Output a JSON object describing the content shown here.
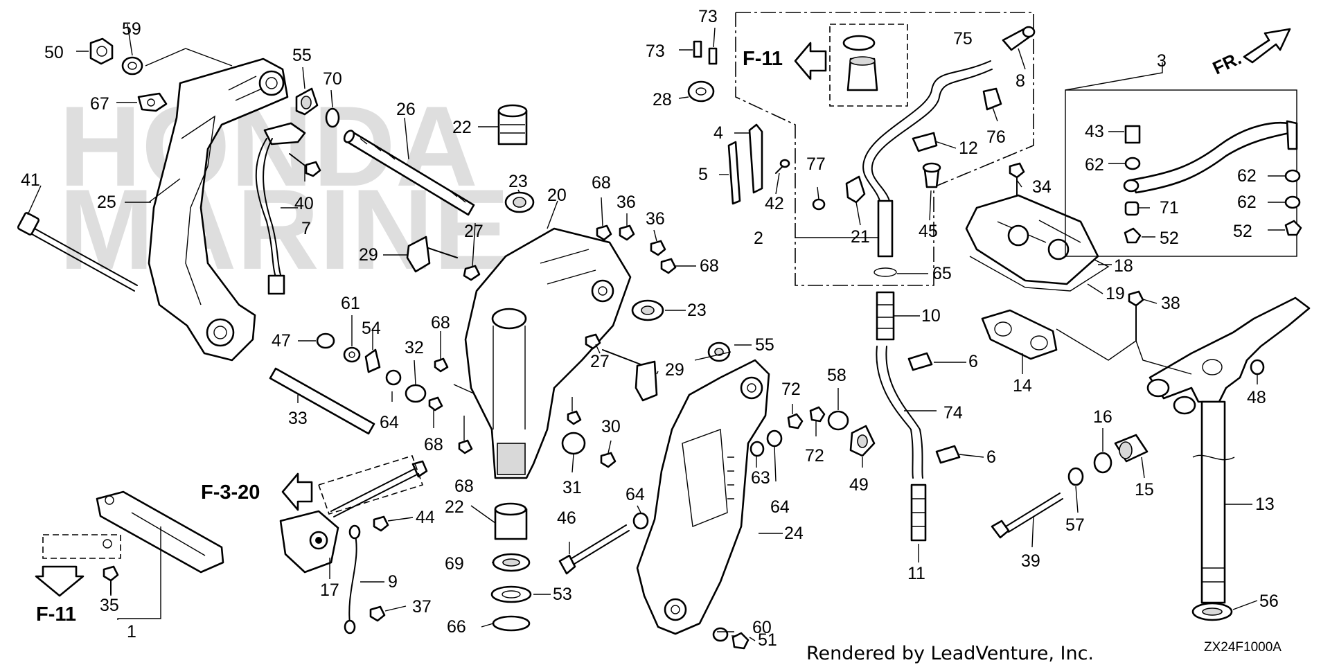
{
  "watermark": {
    "line1": "HONDA",
    "line2": "MARINE"
  },
  "references": {
    "ref_f11_top": "F-11",
    "ref_f320": "F-3-20",
    "ref_f11_bottom": "F-11"
  },
  "direction_label": "FR.",
  "credit": "Rendered by LeadVenture, Inc.",
  "diagram_code": "ZX24F1000A",
  "callouts": [
    "1",
    "2",
    "3",
    "4",
    "5",
    "6",
    "6",
    "7",
    "8",
    "9",
    "10",
    "11",
    "12",
    "13",
    "14",
    "15",
    "16",
    "17",
    "18",
    "19",
    "20",
    "21",
    "22",
    "22",
    "23",
    "23",
    "24",
    "25",
    "26",
    "27",
    "27",
    "28",
    "29",
    "29",
    "30",
    "31",
    "32",
    "33",
    "34",
    "35",
    "36",
    "36",
    "37",
    "38",
    "39",
    "40",
    "41",
    "42",
    "43",
    "44",
    "45",
    "46",
    "47",
    "48",
    "49",
    "50",
    "51",
    "52",
    "52",
    "53",
    "54",
    "55",
    "55",
    "56",
    "57",
    "58",
    "59",
    "60",
    "61",
    "62",
    "62",
    "62",
    "63",
    "64",
    "64",
    "64",
    "65",
    "66",
    "67",
    "68",
    "68",
    "68",
    "68",
    "68",
    "69",
    "70",
    "71",
    "72",
    "72",
    "73",
    "73",
    "74",
    "75",
    "76",
    "77"
  ]
}
